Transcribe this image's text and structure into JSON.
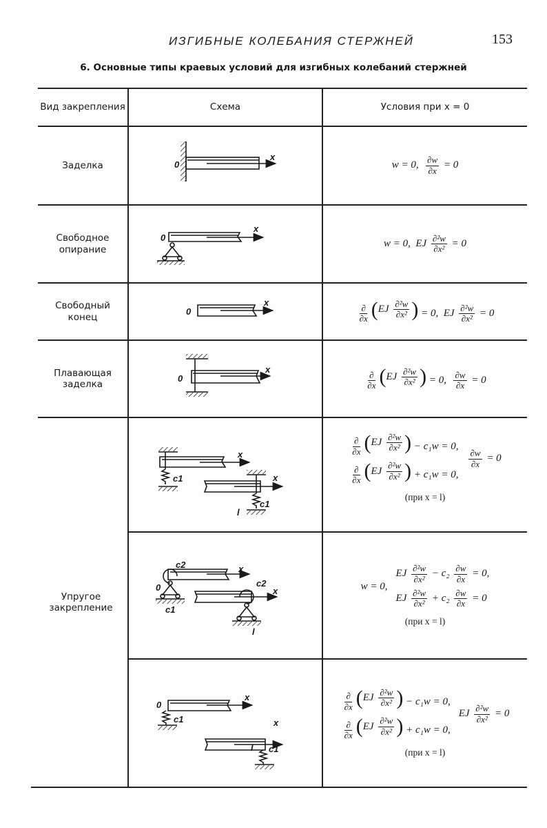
{
  "header": {
    "running_title": "ИЗГИБНЫЕ КОЛЕБАНИЯ СТЕРЖНЕЙ",
    "page_number": "153"
  },
  "caption": "6. Основные типы краевых условий для изгибных колебаний стержней",
  "columns": [
    "Вид закрепления",
    "Схема",
    "Условия при x = 0"
  ],
  "rows": [
    {
      "type": "Заделка",
      "labels": {
        "origin": "0",
        "axis": "x"
      },
      "cond": {
        "lines": [
          [
            "w = 0,  ",
            {
              "f": [
                "∂w",
                "∂x"
              ]
            },
            " = 0"
          ]
        ]
      }
    },
    {
      "type": "Свободное опирание",
      "labels": {
        "origin": "0",
        "axis": "x"
      },
      "cond": {
        "lines": [
          [
            "w = 0,  EJ ",
            {
              "f": [
                "∂²w",
                "∂x²"
              ]
            },
            " = 0"
          ]
        ]
      }
    },
    {
      "type": "Свободный конец",
      "labels": {
        "origin": "0",
        "axis": "x"
      },
      "cond": {
        "lines": [
          [
            {
              "f": [
                "∂",
                "∂x"
              ]
            },
            {
              "p": [
                "EJ ",
                {
                  "f": [
                    "∂²w",
                    "∂x²"
                  ]
                }
              ]
            },
            " = 0,  EJ ",
            {
              "f": [
                "∂²w",
                "∂x²"
              ]
            },
            " = 0"
          ]
        ]
      }
    },
    {
      "type": "Плавающая заделка",
      "labels": {
        "origin": "0",
        "axis": "x"
      },
      "cond": {
        "lines": [
          [
            {
              "f": [
                "∂",
                "∂x"
              ]
            },
            {
              "p": [
                "EJ ",
                {
                  "f": [
                    "∂²w",
                    "∂x²"
                  ]
                }
              ]
            },
            " = 0,  ",
            {
              "f": [
                "∂w",
                "∂x"
              ]
            },
            " = 0"
          ]
        ]
      }
    }
  ],
  "elastic": {
    "type": "Упругое закрепление",
    "variants": [
      {
        "labels": {
          "axis1": "x",
          "spring1": "c1",
          "axis2": "x",
          "length": "l",
          "spring2": "c1"
        },
        "cond": {
          "lines": [
            [
              {
                "f": [
                  "∂",
                  "∂x"
                ]
              },
              {
                "p": [
                  "EJ ",
                  {
                    "f": [
                      "∂²w",
                      "∂x²"
                    ]
                  }
                ]
              },
              " − c₁w = 0,"
            ],
            [
              {
                "f": [
                  "∂",
                  "∂x"
                ]
              },
              {
                "p": [
                  "EJ ",
                  {
                    "f": [
                      "∂²w",
                      "∂x²"
                    ]
                  }
                ]
              },
              " + c₁w = 0,"
            ]
          ],
          "right": [
            {
              "f": [
                "∂w",
                "∂x"
              ]
            },
            " = 0"
          ],
          "note": "(при  x = l)"
        }
      },
      {
        "labels": {
          "rot1": "c2",
          "axis1": "x",
          "origin": "0",
          "spring1": "c1",
          "rot2": "c2",
          "axis2": "x",
          "length": "l"
        },
        "cond": {
          "left": [
            "w = 0,"
          ],
          "lines": [
            [
              "EJ ",
              {
                "f": [
                  "∂²w",
                  "∂x²"
                ]
              },
              " − c₂ ",
              {
                "f": [
                  "∂w",
                  "∂x"
                ]
              },
              " = 0,"
            ],
            [
              "EJ ",
              {
                "f": [
                  "∂²w",
                  "∂x²"
                ]
              },
              " + c₂ ",
              {
                "f": [
                  "∂w",
                  "∂x"
                ]
              },
              " = 0"
            ]
          ],
          "note": "(при  x = l)"
        }
      },
      {
        "labels": {
          "origin": "0",
          "axis1": "x",
          "spring1": "c1",
          "axis2": "x",
          "length": "l",
          "spring2": "c1"
        },
        "cond": {
          "lines": [
            [
              {
                "f": [
                  "∂",
                  "∂x"
                ]
              },
              {
                "p": [
                  "EJ ",
                  {
                    "f": [
                      "∂²w",
                      "∂x²"
                    ]
                  }
                ]
              },
              " − c₁w = 0,"
            ],
            [
              {
                "f": [
                  "∂",
                  "∂x"
                ]
              },
              {
                "p": [
                  "EJ ",
                  {
                    "f": [
                      "∂²w",
                      "∂x²"
                    ]
                  }
                ]
              },
              " + c₁w = 0,"
            ]
          ],
          "right": [
            "EJ ",
            {
              "f": [
                "∂²w",
                "∂x²"
              ]
            },
            " = 0"
          ],
          "note": "(при  x = l)"
        }
      }
    ]
  }
}
